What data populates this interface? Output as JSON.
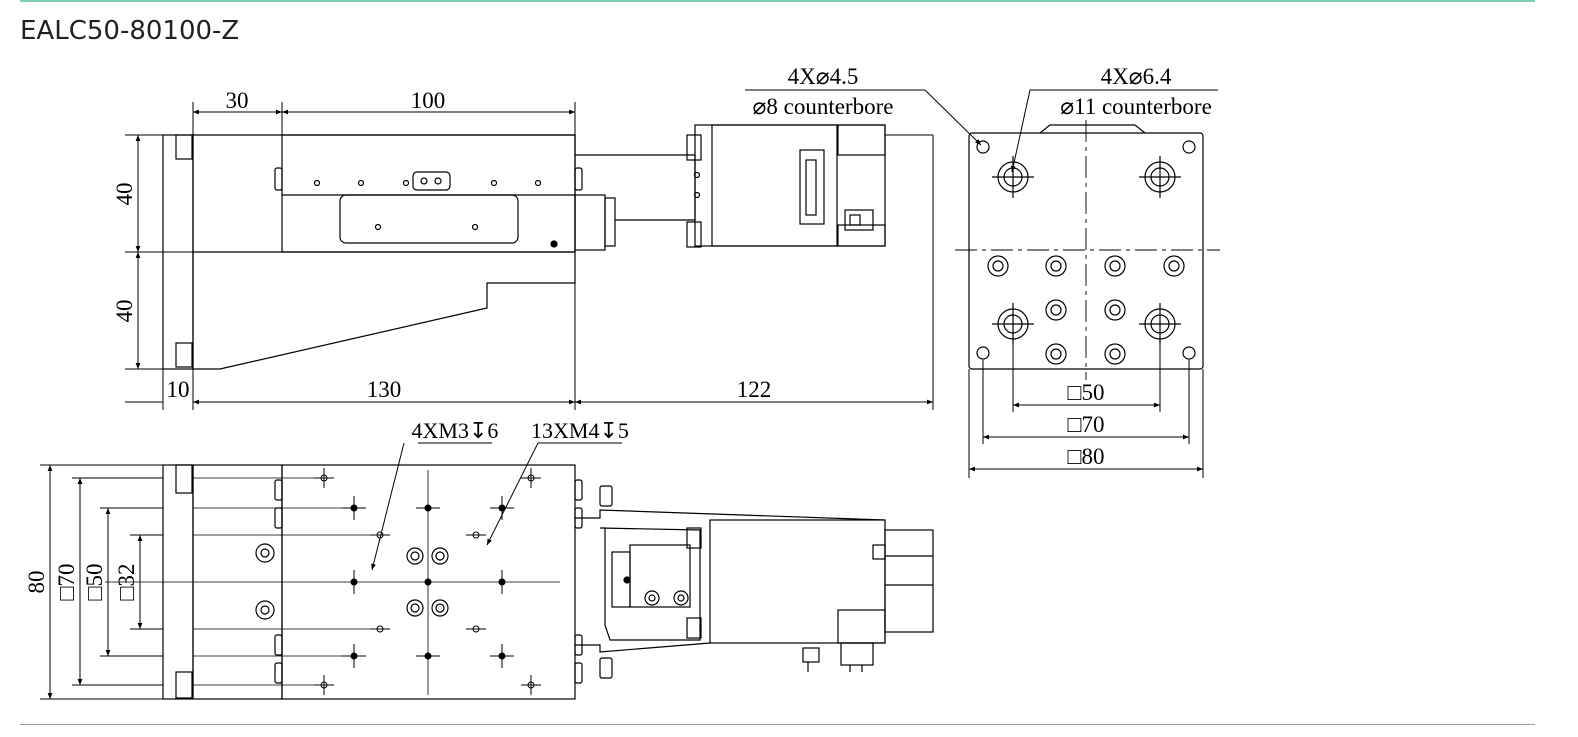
{
  "title": "EALC50-80100-Z",
  "side_view": {
    "dims": {
      "left_margin": "30",
      "stage_length": "100",
      "height_top": "40",
      "height_bottom": "40",
      "base_offset": "10",
      "base_length": "130",
      "motor_length": "122"
    },
    "callout_small": {
      "line1": "4X⌀4.5",
      "line2": "⌀8 counterbore"
    },
    "callout_large": {
      "line1": "4X⌀6.4",
      "line2": "⌀11 counterbore"
    }
  },
  "end_view": {
    "dims": {
      "sq50": "□50",
      "sq70": "□70",
      "sq80": "□80"
    }
  },
  "top_view": {
    "callout_m3": "4XM3↧6",
    "callout_m4": "13XM4↧5",
    "dims": {
      "h80": "80",
      "sq70": "□70",
      "sq50": "□50",
      "sq32": "□32"
    }
  }
}
